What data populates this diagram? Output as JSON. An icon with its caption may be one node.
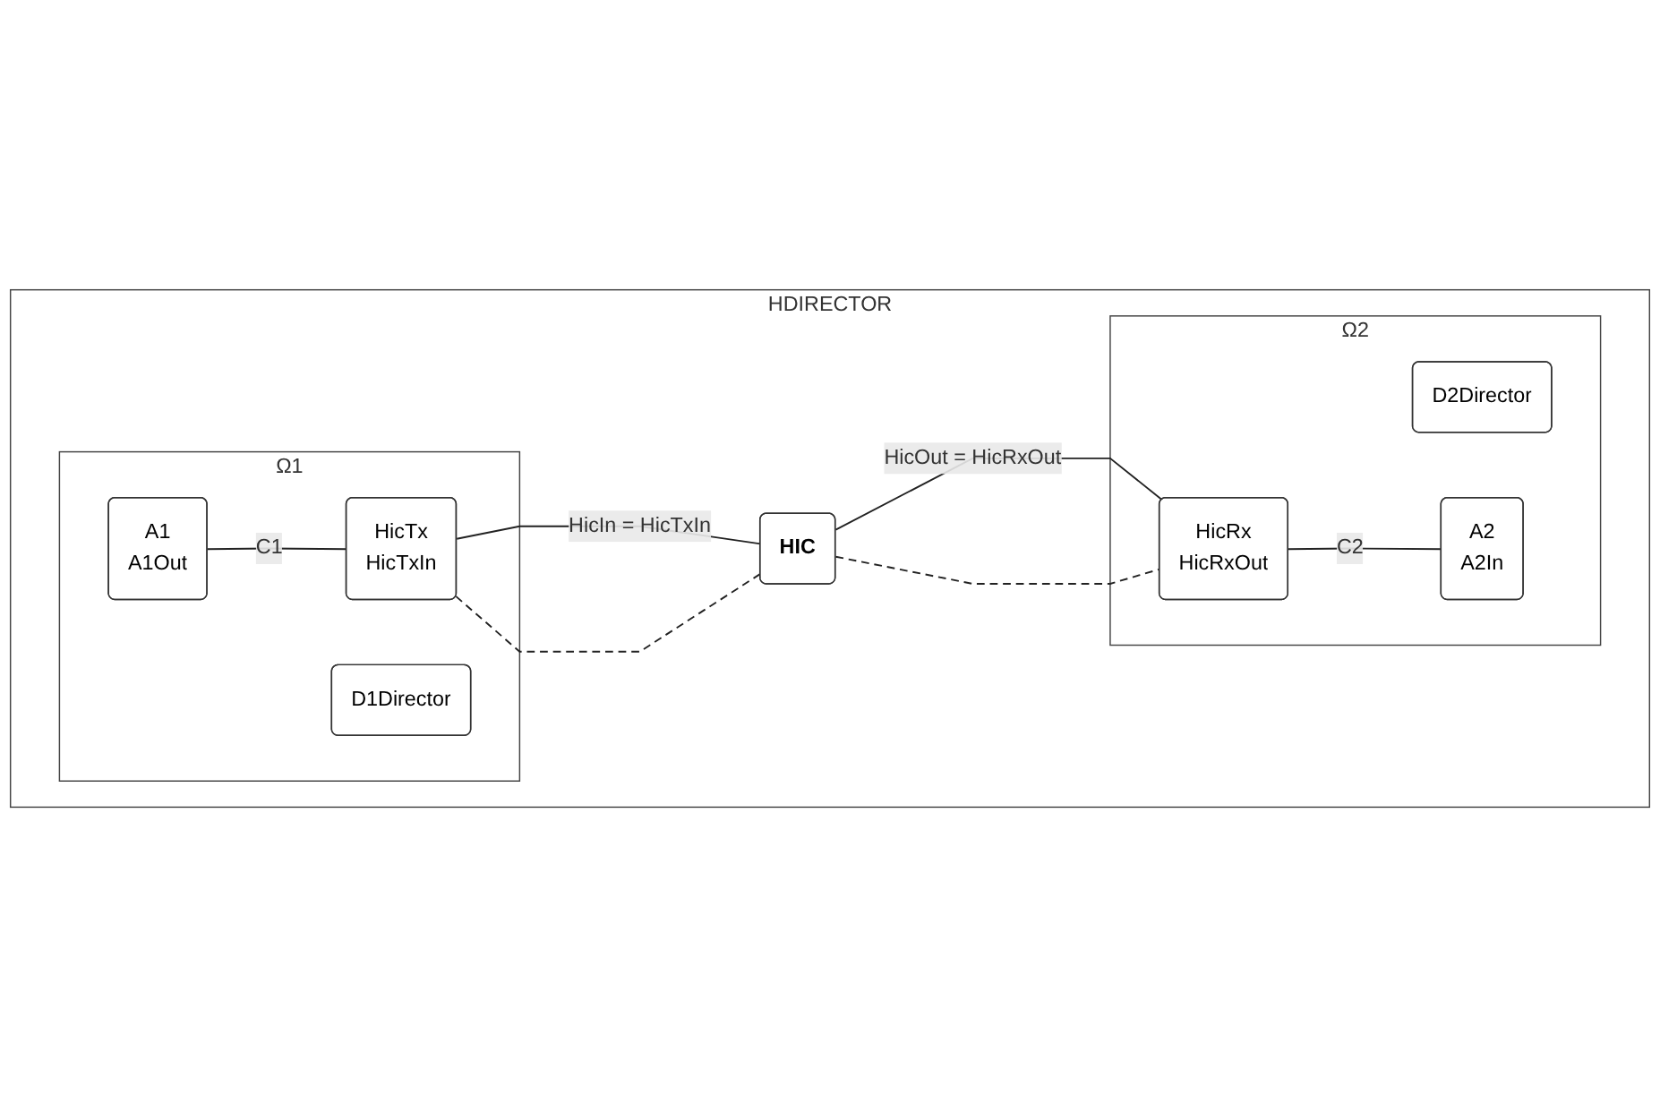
{
  "diagram": {
    "nodes": [
      {
        "text": [
          "HDIRECTOR"
        ]
      },
      {
        "text": [
          "Ω1"
        ],
        "in": 0
      },
      {
        "text": [
          "D1Director"
        ],
        "in": 1
      },
      {
        "text": [
          "A1",
          "A1Out"
        ],
        "in": 1
      },
      {
        "text": [
          "HicTx",
          "HicTxIn"
        ],
        "in": 1
      },
      {
        "text": [
          "Ω2"
        ],
        "in": 0
      },
      {
        "text": [
          "D2Director"
        ],
        "in": 5
      },
      {
        "text": [
          "HicRx",
          "HicRxOut"
        ],
        "in": 5
      },
      {
        "text": [
          "A2",
          "A2In"
        ],
        "in": 5
      },
      {
        "text": [
          "HIC"
        ],
        "in": 0
      }
    ],
    "edges": [
      {
        "from": 3,
        "to": 4,
        "arrow": "none",
        "label": "C1"
      },
      {
        "from": 7,
        "to": 8,
        "arrow": "none",
        "label": "C2"
      },
      {
        "from": 4,
        "to": 9,
        "arrow": "none",
        "label": "HicIn = HicTxIn"
      },
      {
        "from": 9,
        "to": 7,
        "arrow": "none",
        "label": "HicOut = HicRxOut"
      },
      {
        "from": 4,
        "to": 9,
        "arrow": "none",
        "style": "dashed"
      },
      {
        "from": 9,
        "to": 7,
        "arrow": "none",
        "style": "dashed"
      }
    ]
  }
}
